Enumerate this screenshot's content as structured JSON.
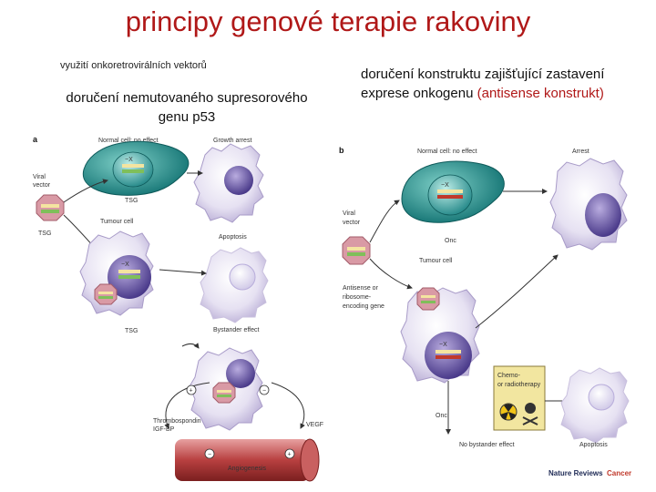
{
  "title": "principy genové terapie rakoviny",
  "left": {
    "note": "využití onkoretrovirálních vektorů",
    "heading_line1": "doručení nemutovaného  supresorového",
    "heading_line2": "genu p53"
  },
  "right": {
    "heading_line1": "doručení konstruktu zajišťující zastavení",
    "heading_line2_plain": "exprese onkogenu ",
    "heading_line2_red": "(antisense konstrukt)"
  },
  "figure_a": {
    "panel": "a",
    "labels": {
      "normal_cell": "Normal cell: no effect",
      "growth_arrest": "Growth arrest",
      "viral_vector_1": "Viral",
      "viral_vector_2": "vector",
      "tsg_left": "TSG",
      "tsg_top": "TSG",
      "tumour_cell": "Tumour cell",
      "apoptosis": "Apoptosis",
      "tsg_bottom": "TSG",
      "bystander_effect": "Bystander effect",
      "thrombospondin": "Thrombospondin",
      "igf_bp": "IGF-BP",
      "vegf": "VEGF",
      "angiogenesis": "Angiogenesis",
      "gene_x": "−X",
      "plus": "+",
      "minus": "−"
    }
  },
  "figure_b": {
    "panel": "b",
    "labels": {
      "normal_cell": "Normal cell: no effect",
      "arrest": "Arrest",
      "viral_vector_1": "Viral",
      "viral_vector_2": "vector",
      "onc_top": "Onc",
      "tumour_cell": "Tumour cell",
      "antisense_1": "Antisense or",
      "antisense_2": "ribosome-",
      "antisense_3": "encoding gene",
      "chemo_1": "Chemo-",
      "chemo_2": "or radiotherapy",
      "onc_bottom": "Onc",
      "no_bystander": "No bystander effect",
      "apoptosis": "Apoptosis",
      "gene_x": "−X"
    }
  },
  "credit": {
    "brand": "Nature Reviews",
    "section": "Cancer"
  },
  "colors": {
    "title_red": "#b01818",
    "tumour_purple": "#c8bfe0",
    "nucleus_purple": "#5b4a9b",
    "normal_teal": "#1f8a8a",
    "vector_pink": "#d99aa5",
    "vessel_red": "#b84040",
    "chemo_yellow": "#f2e6a0"
  }
}
